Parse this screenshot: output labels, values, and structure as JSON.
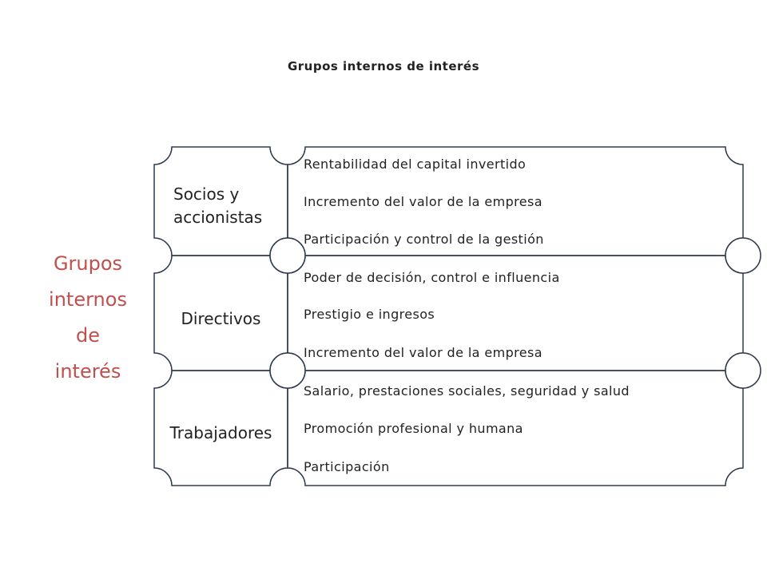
{
  "title": "Grupos internos de interés",
  "side_label": [
    "Grupos",
    "internos",
    "de",
    "interés"
  ],
  "groups": [
    {
      "label_lines": [
        "Socios y",
        "accionistas"
      ],
      "items": [
        "Rentabilidad del capital invertido",
        "Incremento del valor de la empresa",
        "Participación y control de la gestión"
      ]
    },
    {
      "label_lines": [
        "Directivos"
      ],
      "items": [
        "Poder de decisión, control e influencia",
        "Prestigio  e ingresos",
        "Incremento del valor de la empresa"
      ]
    },
    {
      "label_lines": [
        "Trabajadores"
      ],
      "items": [
        "Salario, prestaciones sociales, seguridad y salud",
        "Promoción profesional y humana",
        "Participación"
      ]
    }
  ],
  "colors": {
    "accent": "#c0504d",
    "stroke": "#2f3a4a",
    "text": "#222222"
  }
}
